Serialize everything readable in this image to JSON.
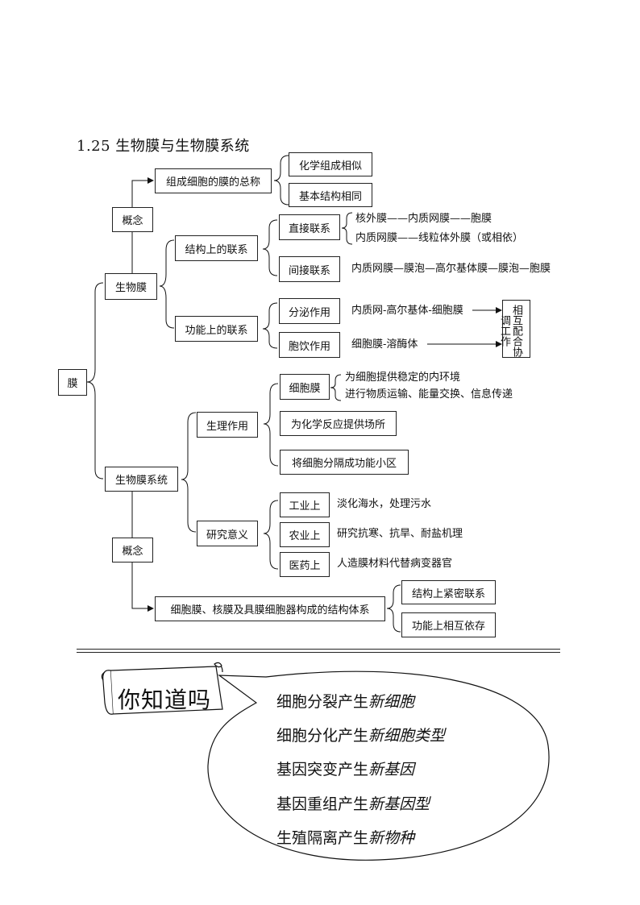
{
  "title": "1.25 生物膜与生物膜系统",
  "nodes": {
    "mo": "膜",
    "shengwumo": "生物膜",
    "gainian1": "概念",
    "zucheng": "组成细胞的膜的总称",
    "huaxue": "化学组成相似",
    "jiben": "基本结构相同",
    "jiegou": "结构上的联系",
    "zhijie": "直接联系",
    "hewaimo": "核外膜——内质网膜——胞膜",
    "neizhiwang": "内质网膜——线粒体外膜（或相依）",
    "jianjie": "间接联系",
    "jianjie_path": "内质网膜—膜泡—高尔基体膜—膜泡—胞膜",
    "gongneng": "功能上的联系",
    "fenmi": "分泌作用",
    "fenmi_path": "内质网-高尔基体-细胞膜",
    "baoyin": "胞饮作用",
    "baoyin_path": "细胞膜-溶酶体",
    "xianghu": "相互配合协调工作",
    "xitong": "生物膜系统",
    "shengli": "生理作用",
    "xibaomo": "细胞膜",
    "huanjing": "为细胞提供稳定的内环境",
    "wuzhi": "进行物质运输、能量交换、信息传递",
    "changsuo": "为化学反应提供场所",
    "xiaoqu": "将细胞分隔成功能小区",
    "yanjiu": "研究意义",
    "gongye": "工业上",
    "gongye_text": "淡化海水，处理污水",
    "nongye": "农业上",
    "nongye_text": "研究抗寒、抗旱、耐盐机理",
    "yiyao": "医药上",
    "yiyao_text": "人造膜材料代替病变器官",
    "gainian2": "概念",
    "tixi": "细胞膜、核膜及具膜细胞器构成的结构体系",
    "jinmi": "结构上紧密联系",
    "yicun": "功能上相互依存"
  },
  "banner": "你知道吗",
  "facts": [
    {
      "prefix": "细胞分裂产生",
      "emph": "新细胞"
    },
    {
      "prefix": "细胞分化产生",
      "emph": "新细胞类型"
    },
    {
      "prefix": "基因突变产生",
      "emph": "新基因"
    },
    {
      "prefix": "基因重组产生",
      "emph": "新基因型"
    },
    {
      "prefix": "生殖隔离产生",
      "emph": "新物种"
    }
  ]
}
